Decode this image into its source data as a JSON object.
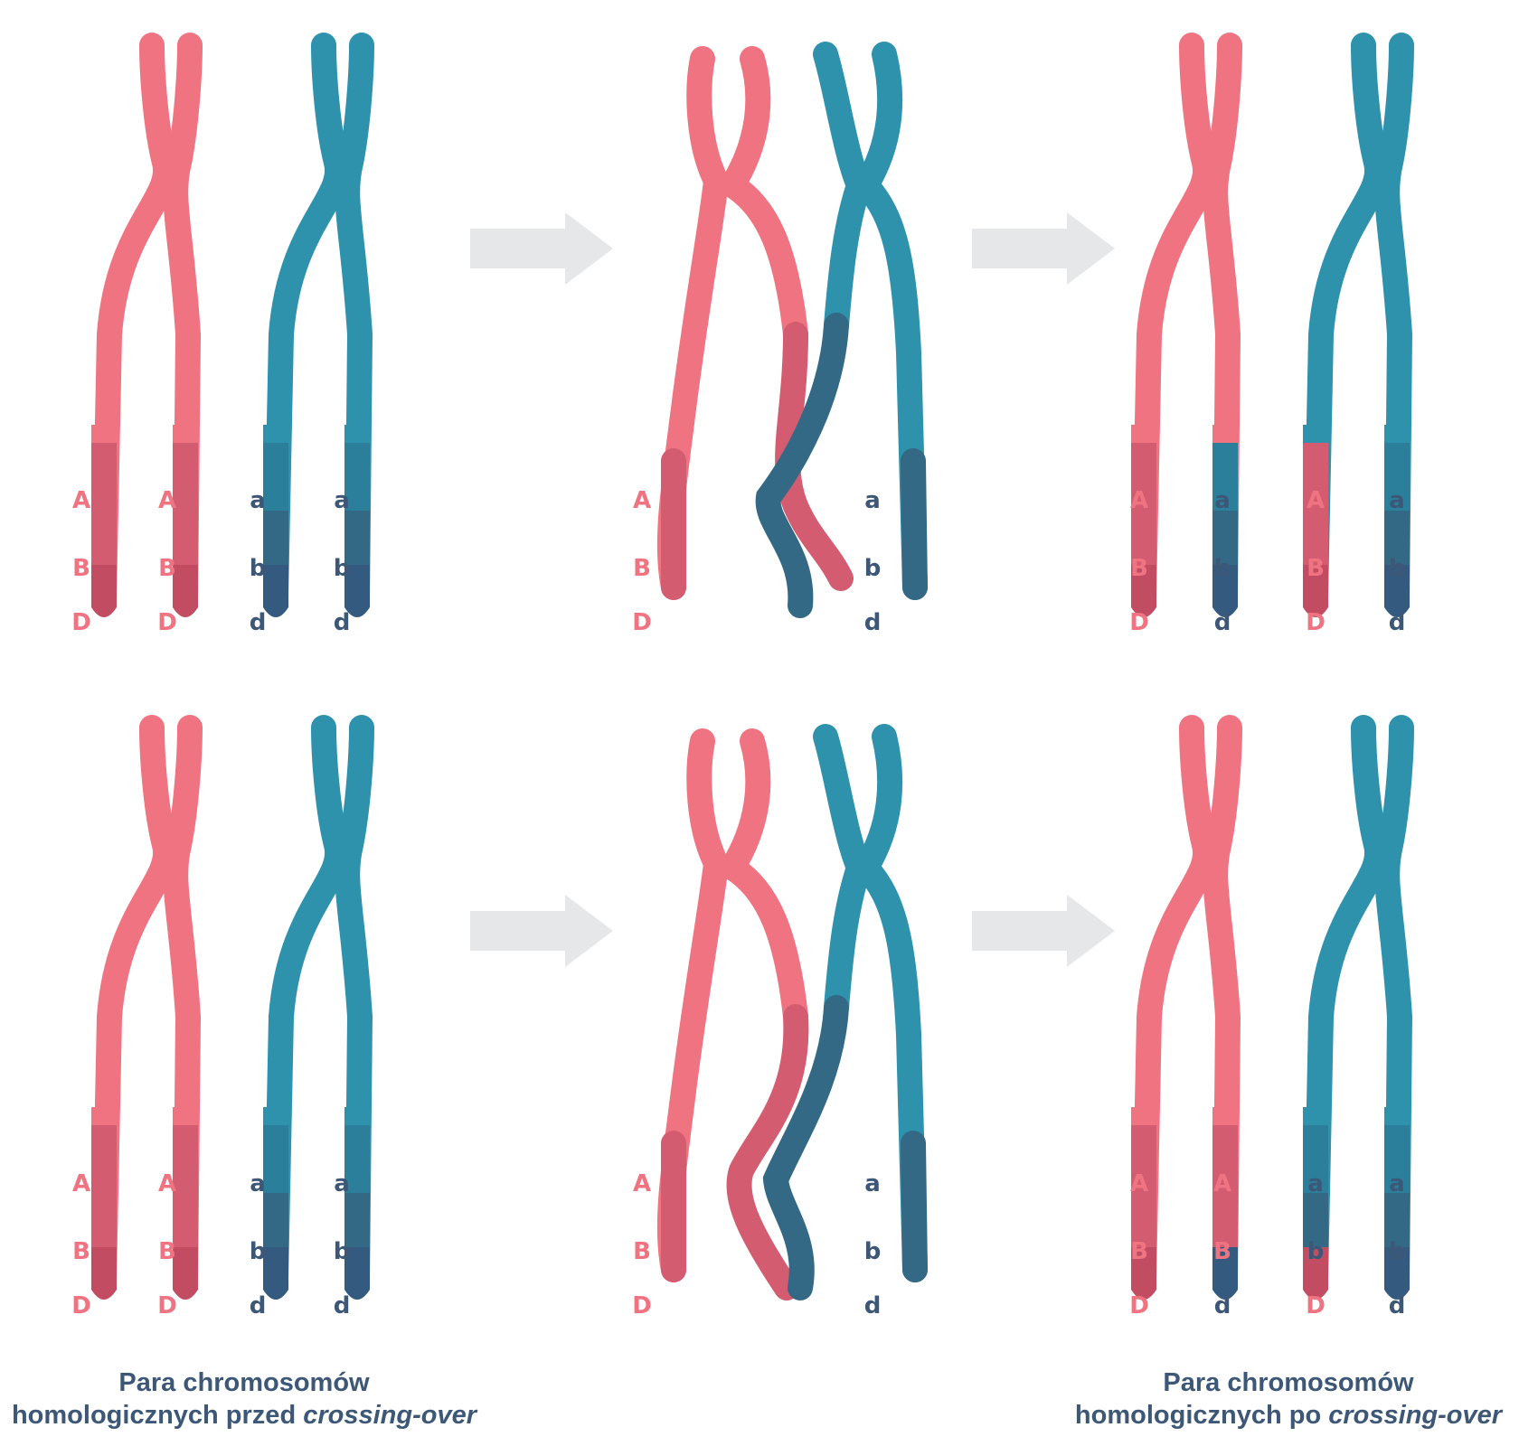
{
  "colors": {
    "pink": "#ef7381",
    "pink_mid": "#d45c70",
    "pink_dark": "#c24d63",
    "teal": "#2e92ac",
    "teal_mid": "#2b7f9a",
    "teal_dark": "#346985",
    "teal_darker": "#355a80",
    "label_pink": "#ef7381",
    "label_teal": "#3d5877",
    "arrow": "#e6e7e8"
  },
  "rows": [
    {
      "before": [
        [
          "A",
          "B",
          "D"
        ],
        [
          "A",
          "B",
          "D"
        ],
        [
          "a",
          "b",
          "d"
        ],
        [
          "a",
          "b",
          "d"
        ]
      ],
      "during": [
        [
          "A",
          "B",
          "D"
        ],
        [
          "a",
          "b",
          "d"
        ]
      ],
      "after": [
        [
          "A",
          "B",
          "D"
        ],
        [
          "a",
          "b",
          "d"
        ],
        [
          "A",
          "B",
          "D"
        ],
        [
          "a",
          "b",
          "d"
        ]
      ]
    },
    {
      "before": [
        [
          "A",
          "B",
          "D"
        ],
        [
          "A",
          "B",
          "D"
        ],
        [
          "a",
          "b",
          "d"
        ],
        [
          "a",
          "b",
          "d"
        ]
      ],
      "during": [
        [
          "A",
          "B",
          "D"
        ],
        [
          "a",
          "b",
          "d"
        ]
      ],
      "after": [
        [
          "A",
          "B",
          "D"
        ],
        [
          "A",
          "B",
          "d"
        ],
        [
          "a",
          "b",
          "D"
        ],
        [
          "a",
          "b",
          "d"
        ]
      ]
    }
  ],
  "captions": {
    "before": {
      "line1": "Para chromosomów",
      "line2_text": "homologicznych przed",
      "line2_em": "crossing-over"
    },
    "after": {
      "line1": "Para chromosomów",
      "line2_text": "homologicznych po",
      "line2_em": "crossing-over"
    }
  }
}
